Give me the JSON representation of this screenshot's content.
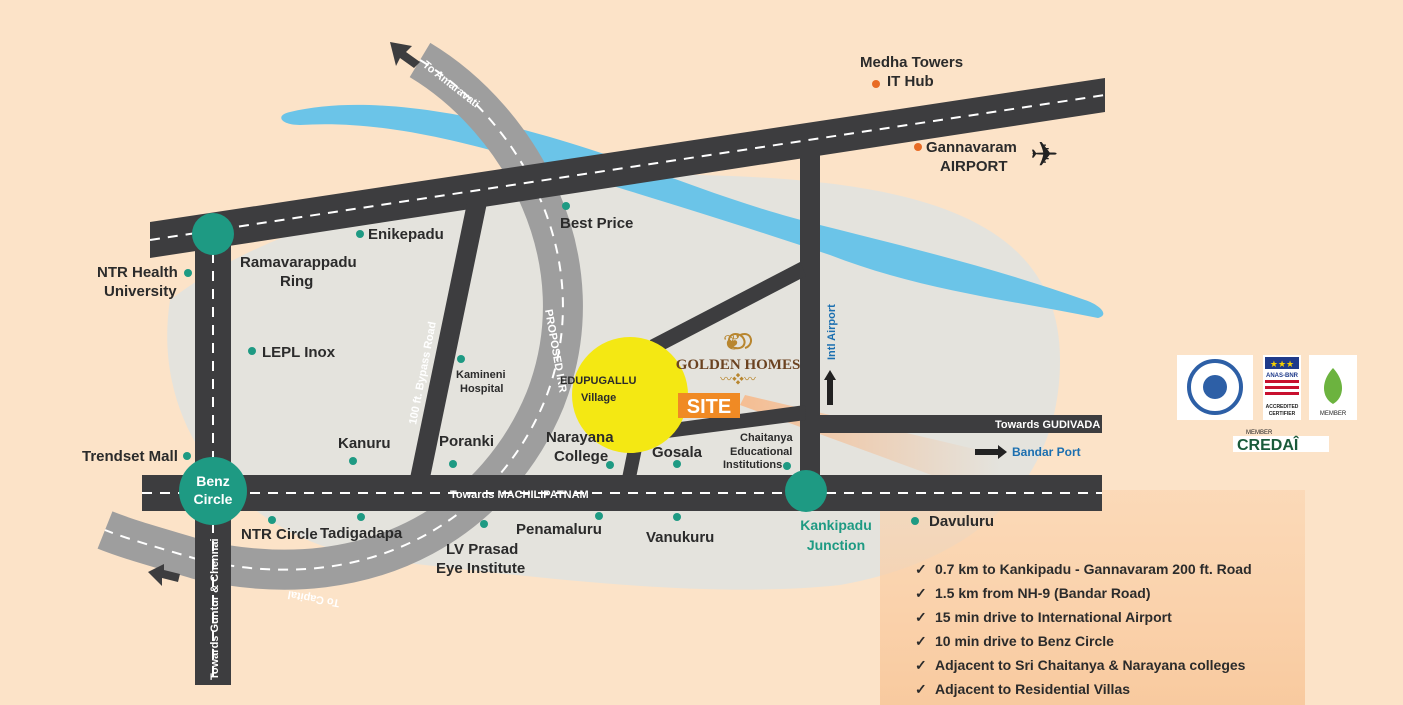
{
  "colors": {
    "background": "#fce3c8",
    "road": "#3d3d3f",
    "river": "#6bc4e8",
    "dot_green": "#1e9a83",
    "dot_orange": "#e86b24",
    "site": "#f4e813",
    "site_tag": "#f08a24",
    "ring_road": "#9a9a9a"
  },
  "roads": {
    "amaravati": "To Amaravati",
    "capital": "To Capital",
    "bypass": "100 ft. Bypass Road",
    "irr": "PROPOSED IRR",
    "machilipatnam": "Towards MACHILIPATNAM",
    "gudivada": "Towards GUDIVADA",
    "guntur": "Towards Guntur & Chennai",
    "intl_airport": "Intl Airport",
    "bandar_port": "Bandar Port"
  },
  "junctions": {
    "benz": [
      "Benz",
      "Circle"
    ],
    "kankipadu": [
      "Kankipadu",
      "Junction"
    ]
  },
  "places": {
    "medha": [
      "Medha Towers",
      "IT Hub"
    ],
    "airport": [
      "Gannavaram",
      "AIRPORT"
    ],
    "ntr_health": [
      "NTR Health",
      "University"
    ],
    "ramavarappadu": [
      "Ramavarappadu",
      "Ring"
    ],
    "enikepadu": "Enikepadu",
    "best_price": "Best Price",
    "lepl": "LEPL Inox",
    "kamineni": [
      "Kamineni",
      "Hospital"
    ],
    "edupugallu": [
      "EDUPUGALLU",
      "Village"
    ],
    "trendset": "Trendset Mall",
    "kanuru": "Kanuru",
    "poranki": "Poranki",
    "narayana": [
      "Narayana",
      "College"
    ],
    "gosala": "Gosala",
    "chaitanya": [
      "Chaitanya",
      "Educational",
      "Institutions"
    ],
    "ntr_circle": "NTR Circle",
    "tadigadapa": "Tadigadapa",
    "lv_prasad": [
      "LV Prasad",
      "Eye Institute"
    ],
    "penamaluru": "Penamaluru",
    "vanukuru": "Vanukuru",
    "davuluru": "Davuluru"
  },
  "site": {
    "brand": "GOLDEN HOMES",
    "tag": "SITE"
  },
  "badges": {
    "credai_small": "MEMBER",
    "credai": "CREDAÎ",
    "anas": "ANAS-BNR",
    "accredited": "ACCREDITED",
    "certifier": "CERTIFIER",
    "member": "MEMBER"
  },
  "features": [
    "0.7 km to Kankipadu - Gannavaram 200 ft. Road",
    "1.5 km from NH-9 (Bandar Road)",
    "15 min drive to International Airport",
    "10 min drive to Benz Circle",
    "Adjacent to Sri Chaitanya & Narayana colleges",
    "Adjacent to Residential Villas"
  ]
}
